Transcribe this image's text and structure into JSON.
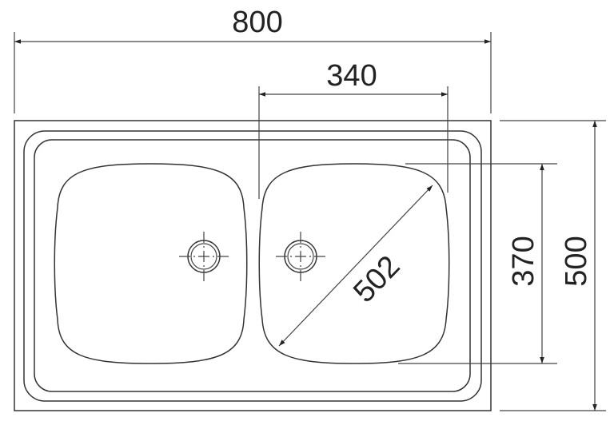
{
  "dimensions": {
    "overall_width": "800",
    "bowl_width": "340",
    "bowl_diagonal": "502",
    "bowl_depth": "370",
    "overall_depth": "500"
  },
  "colors": {
    "line": "#333333",
    "background": "#ffffff"
  }
}
